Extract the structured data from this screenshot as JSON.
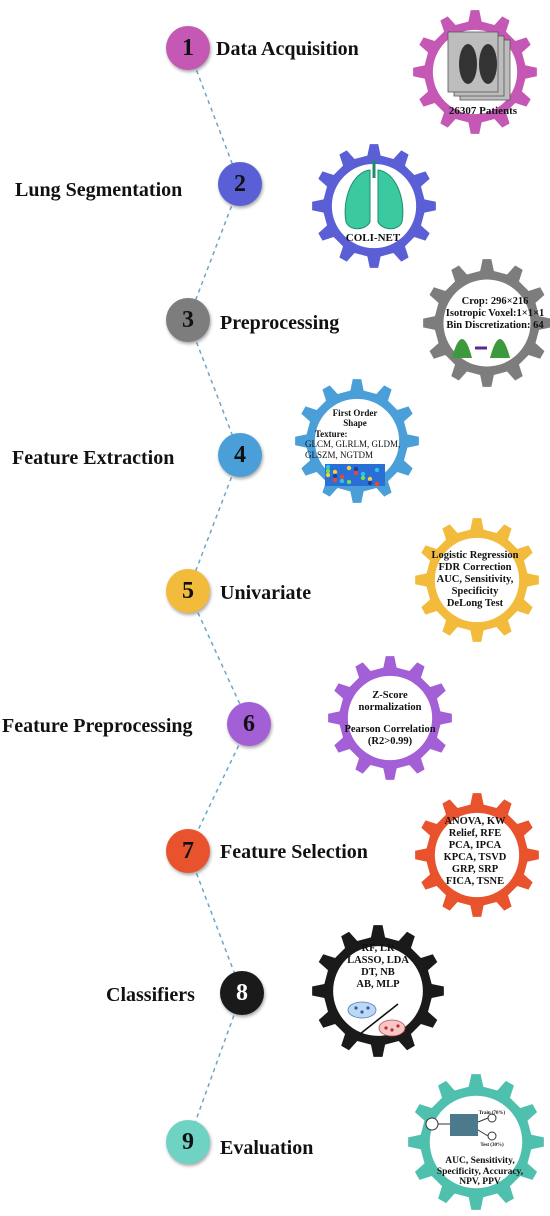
{
  "steps": [
    {
      "number": "1",
      "title": "Data Acquisition",
      "color": "#c458b4",
      "gear_color": "#c458b4",
      "gear_lines": [
        "26307 Patients"
      ],
      "icon": "ct-scan-stack-icon"
    },
    {
      "number": "2",
      "title": "Lung Segmentation",
      "color": "#5a5fd6",
      "gear_color": "#5a5fd6",
      "gear_lines": [
        "COLI-NET"
      ],
      "icon": "lung-3d-icon"
    },
    {
      "number": "3",
      "title": "Preprocessing",
      "color": "#7d7d7d",
      "gear_color": "#7d7d7d",
      "gear_lines": [
        "Crop: 296×216",
        "Isotropic Voxel:1×1×1",
        "Bin Discretization: 64"
      ],
      "icon": "histogram-icon"
    },
    {
      "number": "4",
      "title": "Feature Extraction",
      "color": "#4a9fd8",
      "gear_color": "#4a9fd8",
      "gear_lines": [
        "First Order",
        "Shape",
        "Texture:",
        "GLCM, GLRLM, GLDM,",
        "GLSZM, NGTDM"
      ],
      "icon": "texture-map-icon"
    },
    {
      "number": "5",
      "title": "Univariate",
      "color": "#f2bb3c",
      "gear_color": "#f2bb3c",
      "gear_lines": [
        "Logistic Regression",
        "FDR Correction",
        "AUC, Sensitivity,",
        "Specificity",
        "DeLong Test"
      ],
      "icon": ""
    },
    {
      "number": "6",
      "title": "Feature Preprocessing",
      "color": "#a35fd6",
      "gear_color": "#a35fd6",
      "gear_lines": [
        "Z-Score",
        "normalization",
        "",
        "Pearson Correlation",
        "(R2>0.99)"
      ],
      "icon": ""
    },
    {
      "number": "7",
      "title": "Feature Selection",
      "color": "#e8532d",
      "gear_color": "#e8532d",
      "gear_lines": [
        "ANOVA, KW",
        "Relief, RFE",
        "PCA, IPCA",
        "KPCA, TSVD",
        "GRP, SRP",
        "FICA, TSNE"
      ],
      "icon": ""
    },
    {
      "number": "8",
      "title": "Classifiers",
      "color": "#1a1a1a",
      "gear_color": "#1a1a1a",
      "gear_lines": [
        "RF, LR",
        "LASSO, LDA",
        "DT, NB",
        "AB, MLP"
      ],
      "icon": "classifier-clusters-icon"
    },
    {
      "number": "9",
      "title": "Evaluation",
      "color": "#6fd3c4",
      "gear_color": "#4fbfae",
      "gear_lines": [
        "AUC, Sensitivity,",
        "Specificity, Accuracy,",
        "NPV, PPV"
      ],
      "icon": "train-test-icon",
      "extra_labels": {
        "train": "Train (70%)",
        "test": "Test (30%)"
      }
    }
  ],
  "connector_color": "#6aa6c8"
}
